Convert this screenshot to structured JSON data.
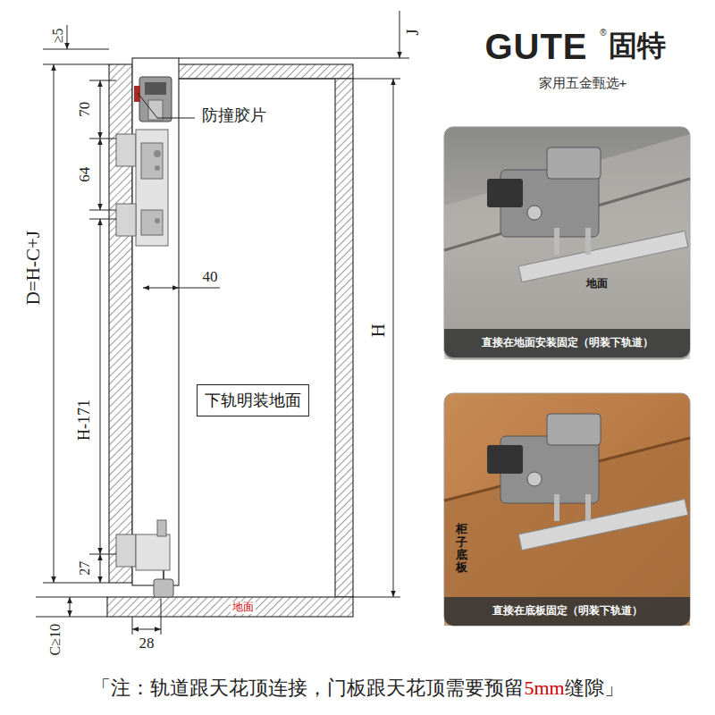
{
  "diagram": {
    "nodes": [
      {
        "text": [
          "下轨明装地面"
        ]
      },
      {
        "text": [
          "直接在地面安装固定（明装下轨道）"
        ]
      },
      {
        "text": [
          "直接在底板固定（明装下轨道）"
        ]
      }
    ],
    "labels": [
      "≥5",
      "J",
      "GUTE",
      "®",
      "固特",
      "家用五金甄选+",
      "70",
      "防撞胶片",
      "64",
      "D=H-C+J",
      "40",
      "H",
      "H-171",
      "27",
      "地面",
      "C≥10",
      "28",
      "地面",
      "柜子底板",
      "「注：轨道跟天花顶连接，门板跟天花顶需要预留",
      "5mm",
      "缝隙」"
    ]
  }
}
